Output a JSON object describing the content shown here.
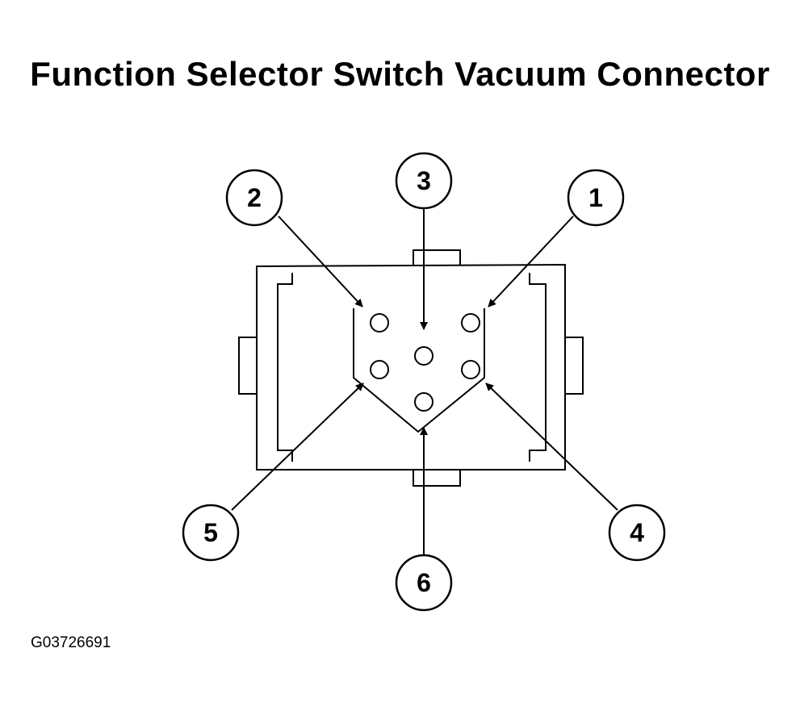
{
  "title": "Function Selector Switch Vacuum Connector",
  "figure_id": "G03726691",
  "callouts": {
    "c1": "1",
    "c2": "2",
    "c3": "3",
    "c4": "4",
    "c5": "5",
    "c6": "6"
  }
}
